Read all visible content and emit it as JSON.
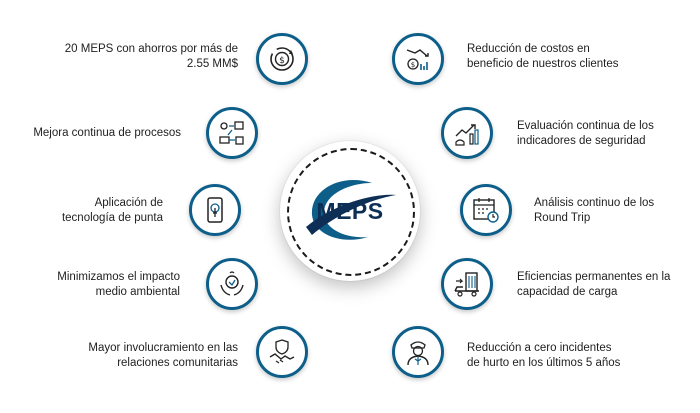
{
  "center": {
    "logo_text": "MEPS"
  },
  "left_items": [
    {
      "line1": "20 MEPS con ahorros por más de",
      "line2": "2.55 MM$",
      "icon": "dollar-cycle-icon"
    },
    {
      "line1": "Mejora continua de procesos",
      "line2": "",
      "icon": "process-flow-icon"
    },
    {
      "line1": "Aplicación de",
      "line2": "tecnología de punta",
      "icon": "phone-tap-icon"
    },
    {
      "line1": "Minimizamos el impacto",
      "line2": "medio ambiental",
      "icon": "eco-hands-icon"
    },
    {
      "line1": "Mayor involucramiento en las",
      "line2": "relaciones comunitarias",
      "icon": "handshake-icon"
    }
  ],
  "right_items": [
    {
      "line1": "Reducción de costos en",
      "line2": "beneficio de nuestros clientes",
      "icon": "money-down-icon"
    },
    {
      "line1": "Evaluación continua de los",
      "line2": "indicadores de seguridad",
      "icon": "safety-chart-icon"
    },
    {
      "line1": "Análisis continuo de los",
      "line2": "Round Trip",
      "icon": "calendar-clock-icon"
    },
    {
      "line1": "Eficiencias permanentes en la",
      "line2": "capacidad de carga",
      "icon": "cargo-icon"
    },
    {
      "line1": "Reducción a cero incidentes",
      "line2": "de hurto en los últimos 5 años",
      "icon": "security-guard-icon"
    }
  ],
  "colors": {
    "ring": "#0d5f8a",
    "logo": "#0e2f55",
    "text": "#1f1f1f"
  }
}
